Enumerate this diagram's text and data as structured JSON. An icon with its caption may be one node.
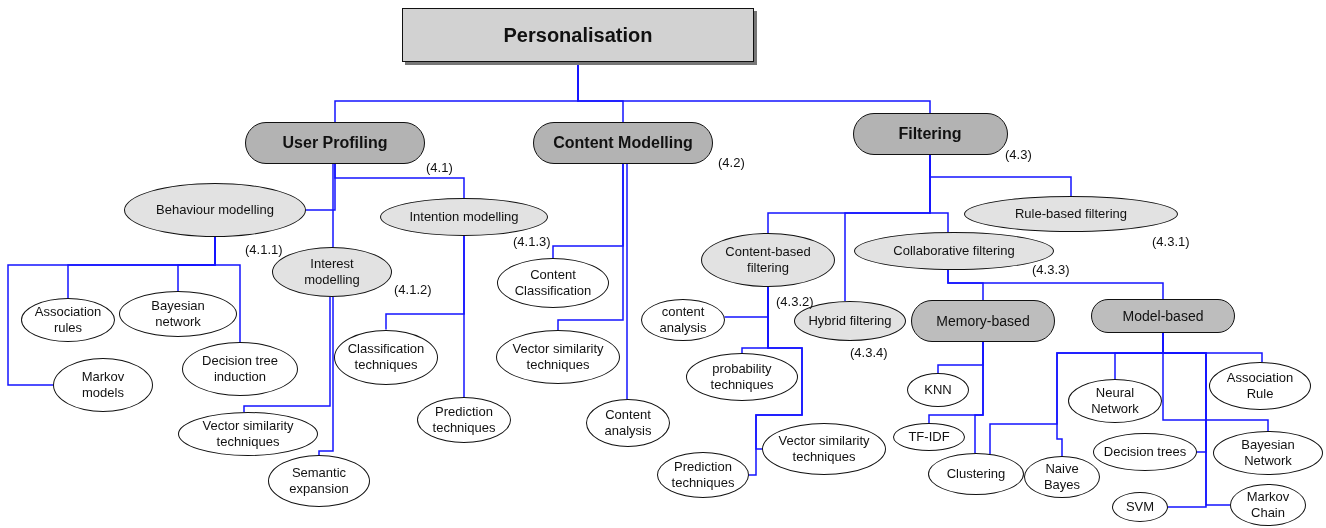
{
  "diagram": {
    "nodes": [
      {
        "text": [
          "Personalisation"
        ]
      },
      {
        "text": [
          "User Profiling"
        ]
      },
      {
        "text": [
          "Content Modelling"
        ]
      },
      {
        "text": [
          "Filtering"
        ]
      },
      {
        "text": [
          "Behaviour modelling"
        ]
      },
      {
        "text": [
          "Interest modelling"
        ]
      },
      {
        "text": [
          "Intention modelling"
        ]
      },
      {
        "text": [
          "Association rules"
        ]
      },
      {
        "text": [
          "Bayesian network"
        ]
      },
      {
        "text": [
          "Markov models"
        ]
      },
      {
        "text": [
          "Decision tree induction"
        ]
      },
      {
        "text": [
          "Vector similarity techniques"
        ]
      },
      {
        "text": [
          "Semantic expansion"
        ]
      },
      {
        "text": [
          "Classification techniques"
        ]
      },
      {
        "text": [
          "Prediction techniques"
        ]
      },
      {
        "text": [
          "Content Classification"
        ]
      },
      {
        "text": [
          "Vector similarity techniques"
        ]
      },
      {
        "text": [
          "Content analysis"
        ]
      },
      {
        "text": [
          "Content-based filtering"
        ]
      },
      {
        "text": [
          "Collaborative filtering"
        ]
      },
      {
        "text": [
          "Rule-based filtering"
        ]
      },
      {
        "text": [
          "content analysis"
        ]
      },
      {
        "text": [
          "Hybrid filtering"
        ]
      },
      {
        "text": [
          "probability techniques"
        ]
      },
      {
        "text": [
          "Vector similarity techniques"
        ]
      },
      {
        "text": [
          "Prediction techniques"
        ]
      },
      {
        "text": [
          "Memory-based"
        ]
      },
      {
        "text": [
          "Model-based"
        ]
      },
      {
        "text": [
          "KNN"
        ]
      },
      {
        "text": [
          "TF-IDF"
        ]
      },
      {
        "text": [
          "Clustering"
        ]
      },
      {
        "text": [
          "Naive Bayes"
        ]
      },
      {
        "text": [
          "Neural Network"
        ]
      },
      {
        "text": [
          "Association Rule"
        ]
      },
      {
        "text": [
          "Decision trees"
        ]
      },
      {
        "text": [
          "Bayesian Network"
        ]
      },
      {
        "text": [
          "SVM"
        ]
      },
      {
        "text": [
          "Markov Chain"
        ]
      }
    ],
    "edges": [
      {
        "from": 0,
        "to": 1,
        "arrow": "none"
      },
      {
        "from": 0,
        "to": 2,
        "arrow": "none"
      },
      {
        "from": 0,
        "to": 3,
        "arrow": "none"
      },
      {
        "from": 1,
        "to": 4,
        "arrow": "none"
      },
      {
        "from": 1,
        "to": 5,
        "arrow": "none"
      },
      {
        "from": 1,
        "to": 6,
        "arrow": "none"
      },
      {
        "from": 4,
        "to": 7,
        "arrow": "none"
      },
      {
        "from": 4,
        "to": 8,
        "arrow": "none"
      },
      {
        "from": 4,
        "to": 9,
        "arrow": "none"
      },
      {
        "from": 4,
        "to": 10,
        "arrow": "none"
      },
      {
        "from": 5,
        "to": 11,
        "arrow": "none"
      },
      {
        "from": 5,
        "to": 12,
        "arrow": "none"
      },
      {
        "from": 6,
        "to": 13,
        "arrow": "none"
      },
      {
        "from": 6,
        "to": 14,
        "arrow": "none"
      },
      {
        "from": 2,
        "to": 15,
        "arrow": "none"
      },
      {
        "from": 2,
        "to": 16,
        "arrow": "none"
      },
      {
        "from": 2,
        "to": 17,
        "arrow": "none"
      },
      {
        "from": 3,
        "to": 18,
        "arrow": "none"
      },
      {
        "from": 3,
        "to": 19,
        "arrow": "none"
      },
      {
        "from": 3,
        "to": 20,
        "arrow": "none"
      },
      {
        "from": 3,
        "to": 22,
        "arrow": "none"
      },
      {
        "from": 18,
        "to": 21,
        "arrow": "none"
      },
      {
        "from": 18,
        "to": 23,
        "arrow": "none"
      },
      {
        "from": 18,
        "to": 24,
        "arrow": "none"
      },
      {
        "from": 18,
        "to": 25,
        "arrow": "none"
      },
      {
        "from": 19,
        "to": 26,
        "arrow": "none"
      },
      {
        "from": 19,
        "to": 27,
        "arrow": "none"
      },
      {
        "from": 26,
        "to": 28,
        "arrow": "none"
      },
      {
        "from": 26,
        "to": 29,
        "arrow": "none"
      },
      {
        "from": 26,
        "to": 30,
        "arrow": "none"
      },
      {
        "from": 27,
        "to": 30,
        "arrow": "none"
      },
      {
        "from": 27,
        "to": 31,
        "arrow": "none"
      },
      {
        "from": 27,
        "to": 32,
        "arrow": "none"
      },
      {
        "from": 27,
        "to": 33,
        "arrow": "none"
      },
      {
        "from": 27,
        "to": 34,
        "arrow": "none"
      },
      {
        "from": 27,
        "to": 35,
        "arrow": "none"
      },
      {
        "from": 27,
        "to": 36,
        "arrow": "none"
      },
      {
        "from": 27,
        "to": 37,
        "arrow": "none"
      }
    ],
    "labels": [
      "(4.1)",
      "(4.2)",
      "(4.3)",
      "(4.1.1)",
      "(4.1.2)",
      "(4.1.3)",
      "(4.3.1)",
      "(4.3.3)",
      "(4.3.2)",
      "(4.3.4)"
    ]
  }
}
